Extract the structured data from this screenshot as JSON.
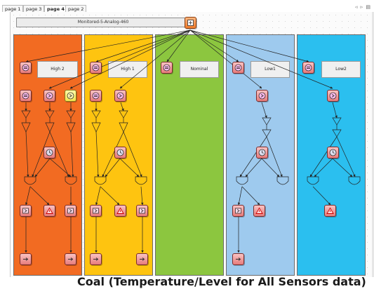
{
  "tabs": [
    "page 1",
    "page 3",
    "page 4",
    "page 2"
  ],
  "active_tab": 2,
  "nav_arrows": "◃ ▹ ▤",
  "banner": "Monitored-5-Analog-460",
  "lanes": [
    {
      "id": "high2",
      "label": "High 2",
      "color": "#f26b22"
    },
    {
      "id": "high1",
      "label": "High 1",
      "color": "#fec410"
    },
    {
      "id": "nominal",
      "label": "Nominal",
      "color": "#8cc63f"
    },
    {
      "id": "low1",
      "label": "Low1",
      "color": "#9ecaee"
    },
    {
      "id": "low2",
      "label": "Low2",
      "color": "#2bbfef"
    }
  ],
  "icons": {
    "equals": "equals-icon",
    "compare": "compare-icon",
    "timer": "timer-icon",
    "warning": "warning-icon",
    "output": "output-icon",
    "root": "root-icon"
  },
  "bottom_caption": "Coal (Temperature/Level for All Sensors data)"
}
